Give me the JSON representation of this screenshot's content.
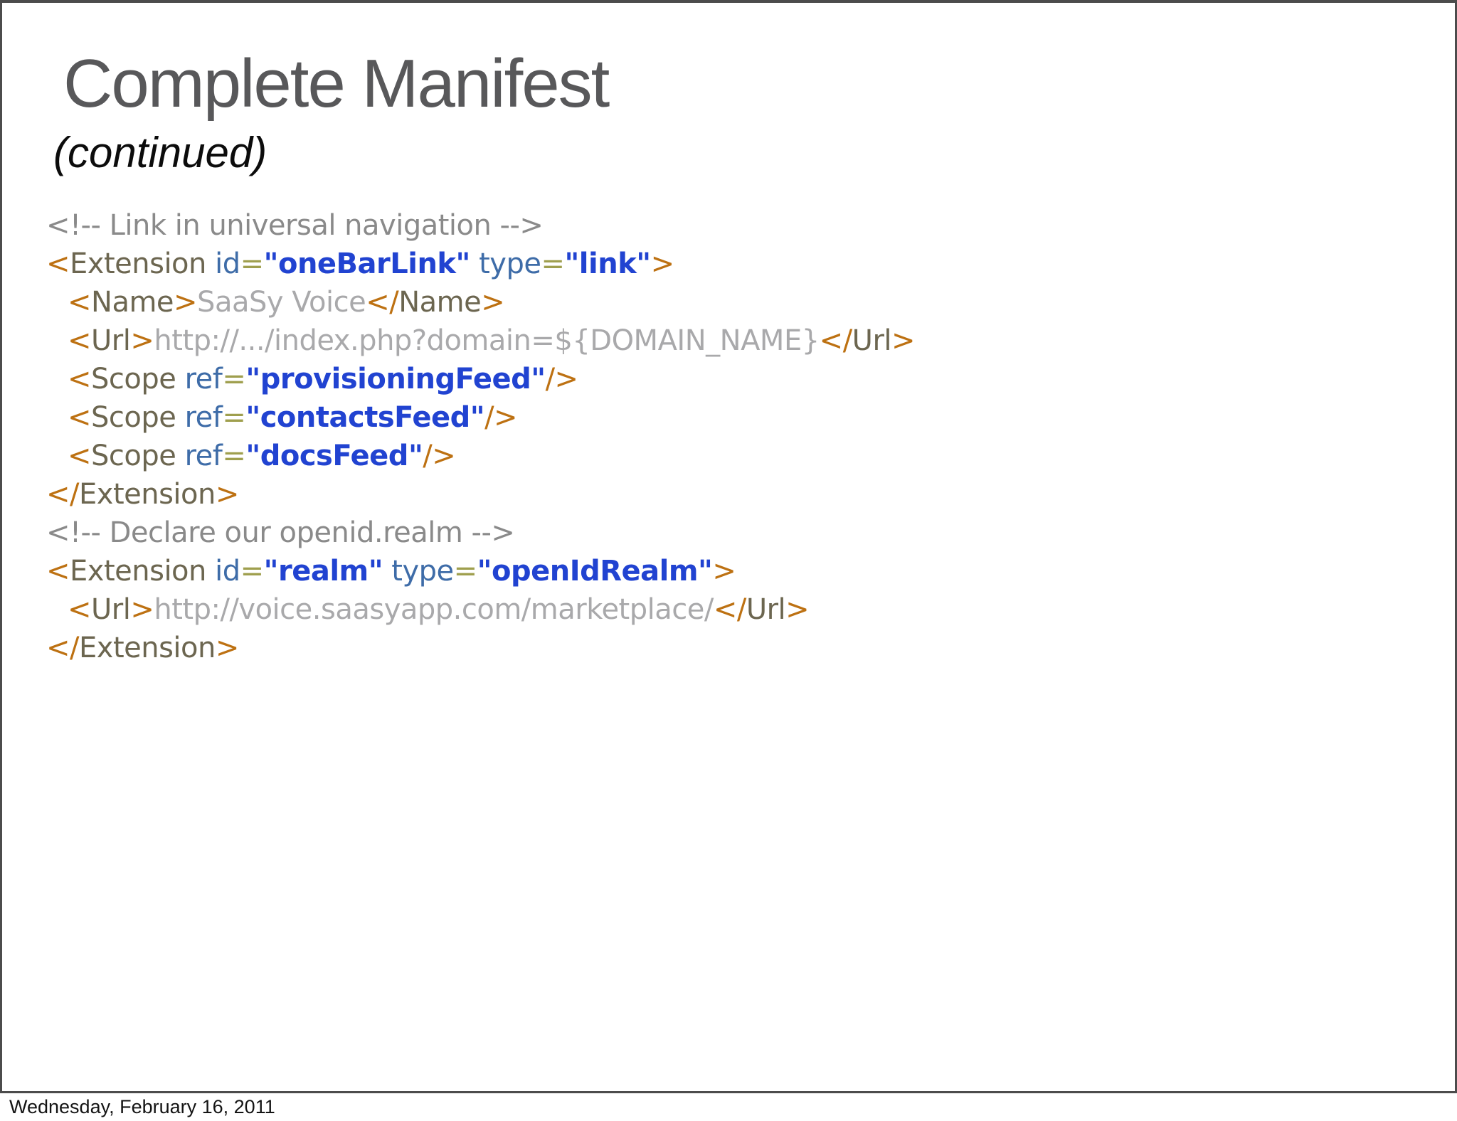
{
  "slide": {
    "title": "Complete Manifest",
    "subtitle": "(continued)"
  },
  "footer": {
    "date": "Wednesday, February 16, 2011"
  },
  "colors": {
    "title": "#58585a",
    "subtitle": "#0c0c0c",
    "footer_text": "#141414",
    "slide_border": "#4c4c4c",
    "bracket": "#bd7112",
    "tag": "#6c6650",
    "attr": "#3e6ca8",
    "eq": "#9f9f4e",
    "val": "#2143d1",
    "text": "#a9a9ab",
    "comment": "#8a8a8a"
  },
  "code": {
    "lines": [
      {
        "indent": 0,
        "tokens": [
          [
            "comment",
            "<!-- Link in universal navigation -->"
          ]
        ]
      },
      {
        "indent": 0,
        "tokens": [
          [
            "bracket",
            "<"
          ],
          [
            "tag",
            "Extension"
          ],
          [
            "attr",
            " id"
          ],
          [
            "eq",
            "="
          ],
          [
            "val",
            "\"oneBarLink\""
          ],
          [
            "attr",
            " type"
          ],
          [
            "eq",
            "="
          ],
          [
            "val",
            "\"link\""
          ],
          [
            "bracket",
            ">"
          ]
        ]
      },
      {
        "indent": 1,
        "tokens": [
          [
            "bracket",
            "<"
          ],
          [
            "tag",
            "Name"
          ],
          [
            "bracket",
            ">"
          ],
          [
            "text",
            "SaaSy Voice"
          ],
          [
            "bracket",
            "</"
          ],
          [
            "tag",
            "Name"
          ],
          [
            "bracket",
            ">"
          ]
        ]
      },
      {
        "indent": 1,
        "tokens": [
          [
            "bracket",
            "<"
          ],
          [
            "tag",
            "Url"
          ],
          [
            "bracket",
            ">"
          ],
          [
            "text",
            "http://.../index.php?domain=${DOMAIN_NAME}"
          ],
          [
            "bracket",
            "</"
          ],
          [
            "tag",
            "Url"
          ],
          [
            "bracket",
            ">"
          ]
        ]
      },
      {
        "indent": 1,
        "tokens": [
          [
            "bracket",
            "<"
          ],
          [
            "tag",
            "Scope"
          ],
          [
            "attr",
            " ref"
          ],
          [
            "eq",
            "="
          ],
          [
            "val",
            "\"provisioningFeed\""
          ],
          [
            "bracket",
            "/>"
          ]
        ]
      },
      {
        "indent": 1,
        "tokens": [
          [
            "bracket",
            "<"
          ],
          [
            "tag",
            "Scope"
          ],
          [
            "attr",
            " ref"
          ],
          [
            "eq",
            "="
          ],
          [
            "val",
            "\"contactsFeed\""
          ],
          [
            "bracket",
            "/>"
          ]
        ]
      },
      {
        "indent": 1,
        "tokens": [
          [
            "bracket",
            "<"
          ],
          [
            "tag",
            "Scope"
          ],
          [
            "attr",
            " ref"
          ],
          [
            "eq",
            "="
          ],
          [
            "val",
            "\"docsFeed\""
          ],
          [
            "bracket",
            "/>"
          ]
        ]
      },
      {
        "indent": 0,
        "tokens": [
          [
            "bracket",
            "</"
          ],
          [
            "tag",
            "Extension"
          ],
          [
            "bracket",
            ">"
          ]
        ]
      },
      {
        "indent": 0,
        "tokens": [
          [
            "comment",
            "<!-- Declare our openid.realm -->"
          ]
        ]
      },
      {
        "indent": 0,
        "tokens": [
          [
            "bracket",
            "<"
          ],
          [
            "tag",
            "Extension"
          ],
          [
            "attr",
            " id"
          ],
          [
            "eq",
            "="
          ],
          [
            "val",
            "\"realm\""
          ],
          [
            "attr",
            " type"
          ],
          [
            "eq",
            "="
          ],
          [
            "val",
            "\"openIdRealm\""
          ],
          [
            "bracket",
            ">"
          ]
        ]
      },
      {
        "indent": 1,
        "tokens": [
          [
            "bracket",
            "<"
          ],
          [
            "tag",
            "Url"
          ],
          [
            "bracket",
            ">"
          ],
          [
            "text",
            "http://voice.saasyapp.com/marketplace/"
          ],
          [
            "bracket",
            "</"
          ],
          [
            "tag",
            "Url"
          ],
          [
            "bracket",
            ">"
          ]
        ]
      },
      {
        "indent": 0,
        "tokens": [
          [
            "bracket",
            "</"
          ],
          [
            "tag",
            "Extension"
          ],
          [
            "bracket",
            ">"
          ]
        ]
      }
    ]
  }
}
